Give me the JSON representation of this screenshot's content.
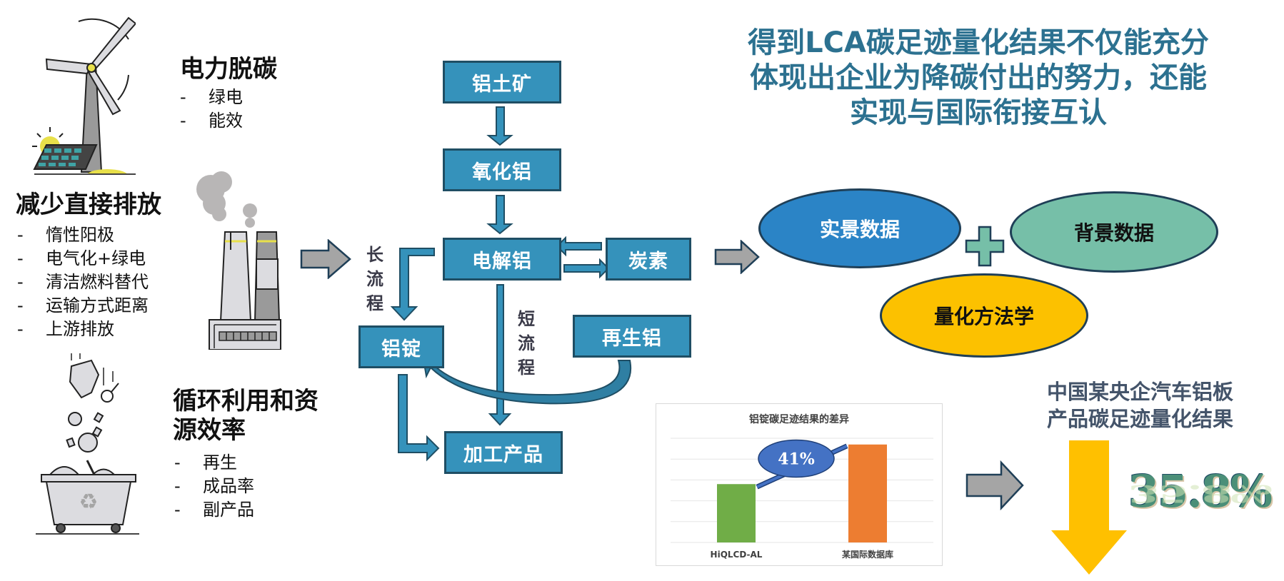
{
  "left": {
    "power": {
      "title": "电力脱碳",
      "items": [
        "绿电",
        "能效"
      ]
    },
    "direct": {
      "title": "减少直接排放",
      "items": [
        "惰性阳极",
        "电气化+绿电",
        "清洁燃料替代",
        "运输方式距离",
        "上游排放"
      ]
    },
    "circular": {
      "title_line1": "循环利用和资",
      "title_line2": "源效率",
      "items": [
        "再生",
        "成品率",
        "副产品"
      ]
    },
    "bullet_marker": "-"
  },
  "icons": {
    "wind_solar": "wind-turbine-solar-panel-icon",
    "factory": "factory-chimney-icon",
    "recycle": "recycling-bin-icon"
  },
  "flow": {
    "boxes": {
      "bauxite": "铝土矿",
      "alumina": "氧化铝",
      "electrolytic": "电解铝",
      "carbon": "炭素",
      "ingot": "铝锭",
      "recycled": "再生铝",
      "product": "加工产品"
    },
    "long_process": "长流程",
    "short_process": "短流程"
  },
  "headline": {
    "line1": "得到LCA碳足迹量化结果不仅能充分",
    "line2": "体现出企业为降碳付出的努力，还能",
    "line3": "实现与国际衔接互认"
  },
  "ovals": {
    "primary_data": "实景数据",
    "background_data": "背景数据",
    "methodology": "量化方法学",
    "plus": "+"
  },
  "colors": {
    "process_box": "#3592bb",
    "process_border": "#1f4e64",
    "headline": "#2c7190",
    "oval_primary": "#2b84c6",
    "oval_background": "#76bfa8",
    "oval_method": "#fcc100",
    "plus": "#76bfa8",
    "bar_green": "#70ad47",
    "bar_orange": "#ed7d31",
    "badge": "#4472c4",
    "down_arrow": "#ffc000",
    "gray_arrow": "#a5a5a5"
  },
  "chart_data": {
    "type": "bar",
    "title": "铝锭碳足迹结果的差异",
    "categories": [
      "HiQLCD-AL",
      "某国际数据库"
    ],
    "values": [
      2.8,
      4.7
    ],
    "colors": [
      "#70ad47",
      "#ed7d31"
    ],
    "ylim": [
      0,
      5
    ],
    "ylabel": "",
    "xlabel": "",
    "grid": true,
    "y_axis_labels_shown": false,
    "annotation": "41%"
  },
  "result": {
    "title_line1": "中国某央企汽车铝板",
    "title_line2": "产品碳足迹量化结果",
    "reduction": "35.8%"
  }
}
